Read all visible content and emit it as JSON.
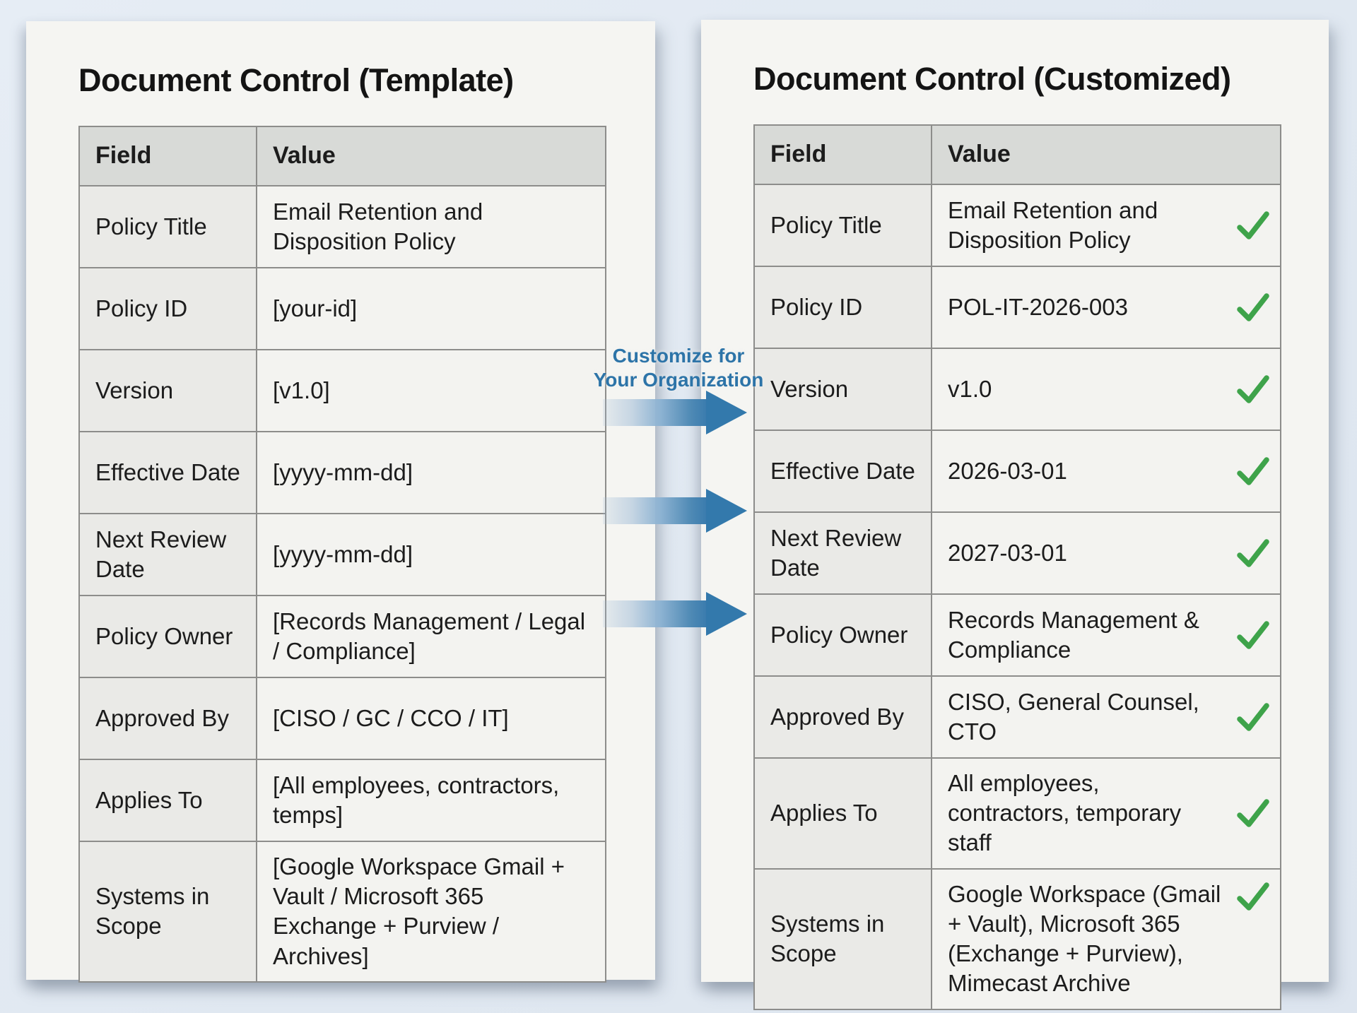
{
  "left_panel": {
    "title": "Document Control (Template)",
    "table": {
      "header_field": "Field",
      "header_value": "Value",
      "rows": [
        {
          "field": "Policy Title",
          "value": "Email Retention and Disposition Policy",
          "placeholder": false
        },
        {
          "field": "Policy ID",
          "value": "[your-id]",
          "placeholder": true
        },
        {
          "field": "Version",
          "value": "[v1.0]",
          "placeholder": true
        },
        {
          "field": "Effective Date",
          "value": "[yyyy-mm-dd]",
          "placeholder": true
        },
        {
          "field": "Next Review Date",
          "value": "[yyyy-mm-dd]",
          "placeholder": true
        },
        {
          "field": "Policy Owner",
          "value": "[Records Management / Legal / Compliance]",
          "placeholder": true
        },
        {
          "field": "Approved By",
          "value": "[CISO / GC / CCO / IT]",
          "placeholder": true
        },
        {
          "field": "Applies To",
          "value": "[All employees, contractors, temps]",
          "placeholder": true
        },
        {
          "field": "Systems in Scope",
          "value": "[Google Workspace Gmail + Vault / Microsoft 365 Exchange + Purview / Archives]",
          "placeholder": true
        }
      ]
    }
  },
  "connector": {
    "label_line1": "Customize for",
    "label_line2": "Your Organization",
    "arrow_count": 3
  },
  "right_panel": {
    "title": "Document Control (Customized)",
    "table": {
      "header_field": "Field",
      "header_value": "Value",
      "rows": [
        {
          "field": "Policy Title",
          "value": "Email Retention and Disposition Policy",
          "checked": true
        },
        {
          "field": "Policy ID",
          "value": "POL-IT-2026-003",
          "checked": true
        },
        {
          "field": "Version",
          "value": "v1.0",
          "checked": true
        },
        {
          "field": "Effective Date",
          "value": "2026-03-01",
          "checked": true
        },
        {
          "field": "Next Review Date",
          "value": "2027-03-01",
          "checked": true
        },
        {
          "field": "Policy Owner",
          "value": "Records Management & Compliance",
          "checked": true
        },
        {
          "field": "Approved By",
          "value": "CISO, General Counsel, CTO",
          "checked": true
        },
        {
          "field": "Applies To",
          "value": "All employees, contractors, temporary staff",
          "checked": true
        },
        {
          "field": "Systems in Scope",
          "value": "Google Workspace (Gmail + Vault), Microsoft 365 (Exchange + Purview), Mimecast Archive",
          "checked": true
        }
      ]
    }
  },
  "colors": {
    "background": "#e1e9f2",
    "card": "#f5f5f2",
    "table_header_bg": "#d8dad7",
    "field_cell_bg": "#eaeae7",
    "value_cell_bg": "#f3f3f0",
    "placeholder_text": "#b5763c",
    "accent_blue": "#2d74a8",
    "arrow_blue": "#3379ac",
    "check_green": "#3ea34a"
  },
  "icons": {
    "checkmark": "check-icon",
    "arrow": "arrow-right-icon"
  }
}
